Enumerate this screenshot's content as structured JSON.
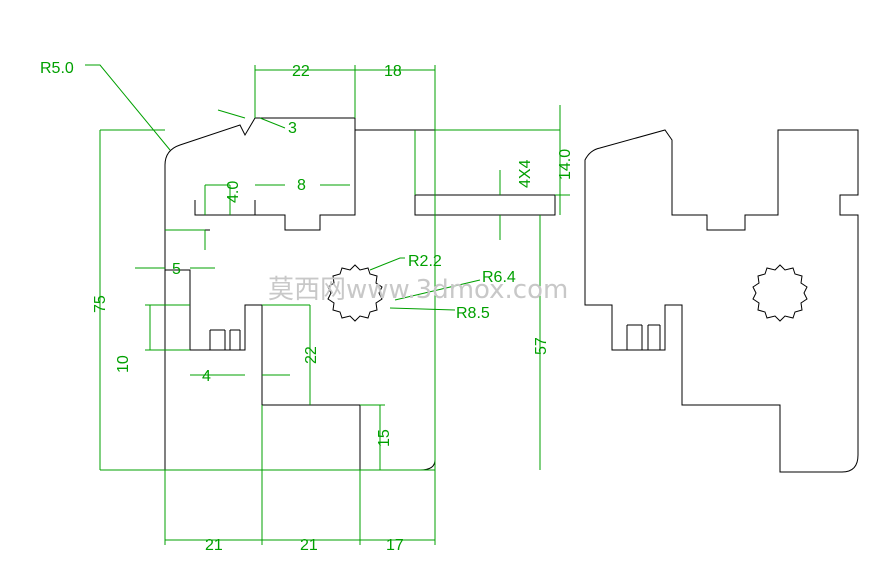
{
  "drawing": {
    "labels": {
      "r5": "R5.0",
      "d22": "22",
      "d18": "18",
      "d3": "3",
      "d4_0": "4.0",
      "d8": "8",
      "d5": "5",
      "d75": "75",
      "d10": "10",
      "d4": "4",
      "d22v": "22",
      "d15": "15",
      "d21a": "21",
      "d21b": "21",
      "d17": "17",
      "r2_2": "R2.2",
      "r6_4": "R6.4",
      "r8_5": "R8.5",
      "d4x4": "4X4",
      "d14": "14.0",
      "d57": "57"
    },
    "watermark": "莫西网www.3dmox.com"
  },
  "colors": {
    "outline": "#000000",
    "dimension": "#00a000",
    "watermark": "#c8c8c8"
  }
}
